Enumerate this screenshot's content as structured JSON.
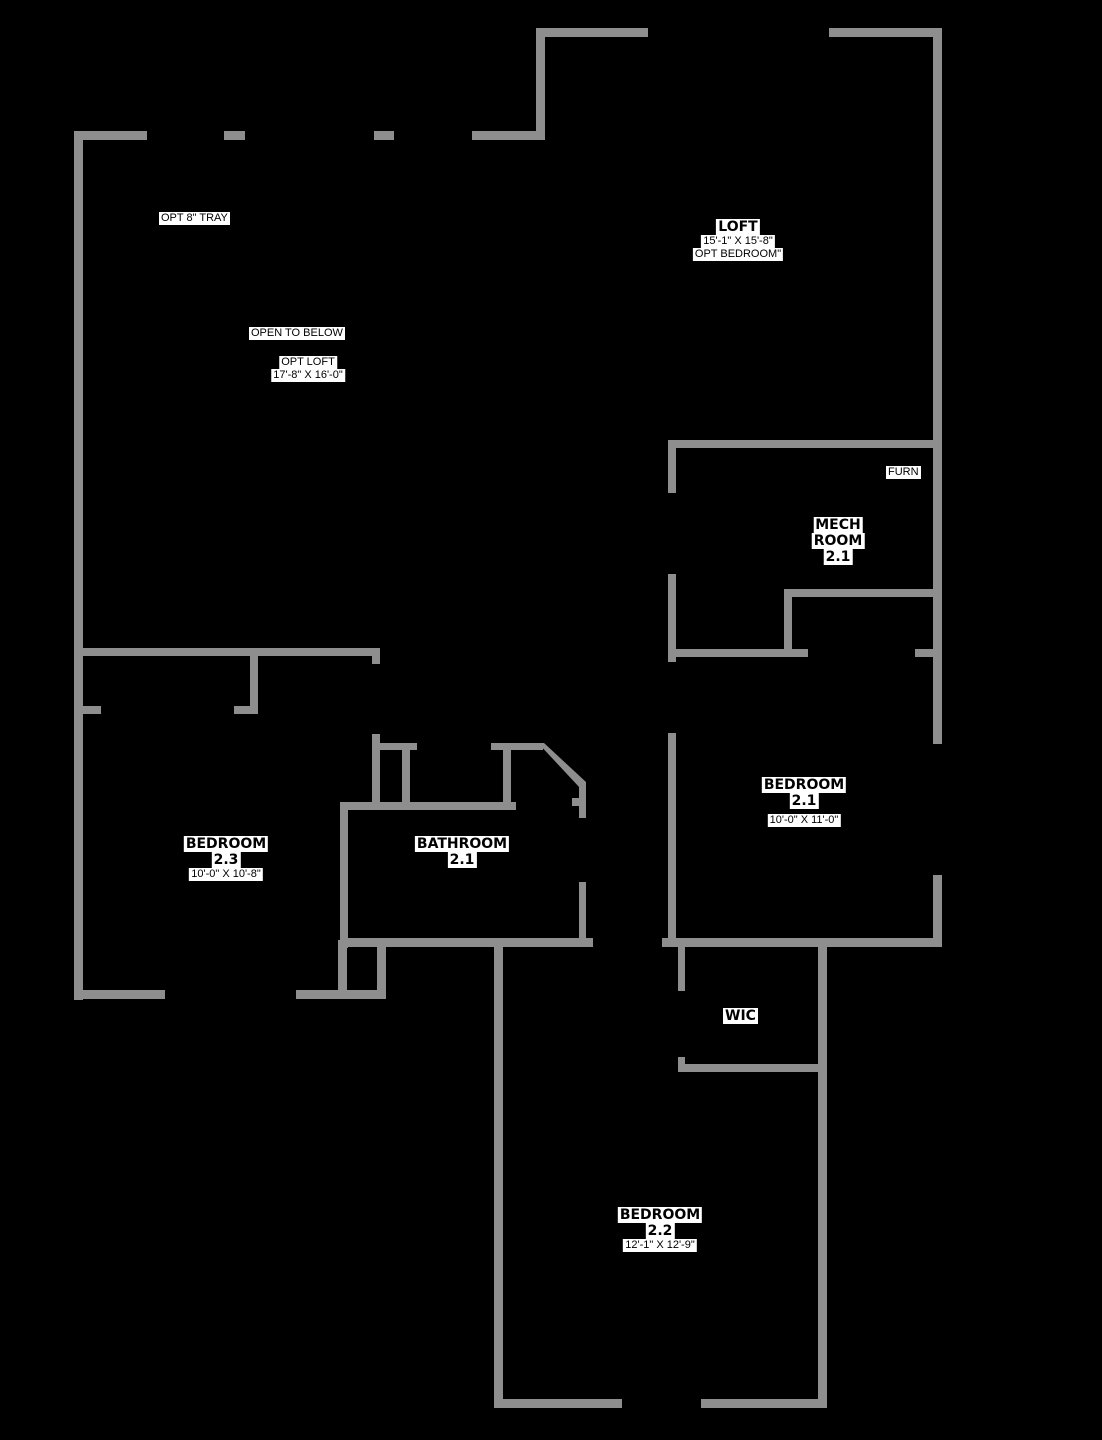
{
  "labels": {
    "opt_tray": "OPT 8\" TRAY",
    "open_to_below": "OPEN TO BELOW",
    "opt_loft": "OPT LOFT",
    "opt_loft_dims": "17'-8\" X 16'-0\"",
    "loft": "LOFT",
    "loft_dims": "15'-1\" X 15'-8\"",
    "loft_opt": "OPT BEDROOM\"",
    "furn": "FURN",
    "mech_line1": "MECH",
    "mech_line2": "ROOM",
    "mech_line3": "2.1",
    "bedroom21_line1": "BEDROOM",
    "bedroom21_line2": "2.1",
    "bedroom21_dims": "10'-0\" X 11'-0\"",
    "bedroom23_line1": "BEDROOM",
    "bedroom23_line2": "2.3",
    "bedroom23_dims": "10'-0\" X 10'-8\"",
    "bathroom_line1": "BATHROOM",
    "bathroom_line2": "2.1",
    "wic": "WIC",
    "bedroom22_line1": "BEDROOM",
    "bedroom22_line2": "2.2",
    "bedroom22_dims": "12'-1\" X 12'-9\""
  },
  "colors": {
    "background": "#000000",
    "wall": "#8e8e8e",
    "label_bg": "#ffffff"
  }
}
